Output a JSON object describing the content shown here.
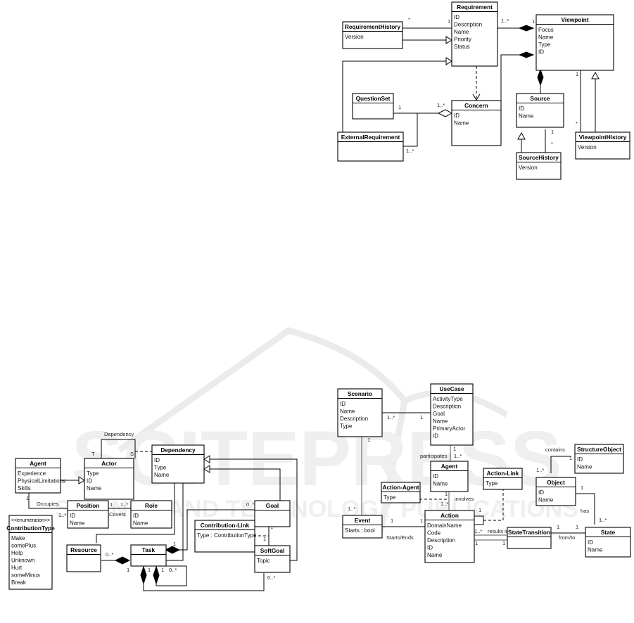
{
  "watermark": {
    "brand": "SCITEPRESS",
    "tagline": "SCIENCE AND TECHNOLOGY PUBLICATIONS",
    "color": "#ebebeb"
  },
  "diagrams": [
    {
      "id": "requirements-model",
      "classes": [
        {
          "id": "requirement",
          "name": "Requirement",
          "attributes": [
            "ID",
            "Description",
            "Name",
            "Priority",
            "Status"
          ]
        },
        {
          "id": "requirement-history",
          "name": "RequirementHistory",
          "attributes": [
            "Version"
          ]
        },
        {
          "id": "viewpoint",
          "name": "Viewpoint",
          "attributes": [
            "Focus",
            "Name",
            "Type",
            "ID"
          ]
        },
        {
          "id": "question-set",
          "name": "QuestionSet",
          "attributes": []
        },
        {
          "id": "concern",
          "name": "Concern",
          "attributes": [
            "ID",
            "Name"
          ]
        },
        {
          "id": "external-requirement",
          "name": "ExternalRequirement",
          "attributes": []
        },
        {
          "id": "source",
          "name": "Source",
          "attributes": [
            "ID",
            "Name"
          ]
        },
        {
          "id": "source-history",
          "name": "SourceHistory",
          "attributes": [
            "Version"
          ]
        },
        {
          "id": "viewpoint-history",
          "name": "ViewpointHistory",
          "attributes": [
            "Version"
          ]
        }
      ],
      "labels": {
        "reqhist_star": "*",
        "reqhist_one": "1",
        "req_vp_many": "1..*",
        "req_vp_one": "1",
        "concern_many": "1..*",
        "questionset_one": "1",
        "extreq_many": "1..*",
        "vp_one": "1",
        "vphist_star": "*",
        "source_one": "1",
        "sourcehist_star": "*"
      }
    },
    {
      "id": "istar-model",
      "classes": [
        {
          "id": "agent",
          "name": "Agent",
          "attributes": [
            "Experience",
            "PhysicalLimitations",
            "Skills"
          ]
        },
        {
          "id": "actor",
          "name": "Actor",
          "attributes": [
            "Type",
            "ID",
            "Name"
          ]
        },
        {
          "id": "dependency",
          "name": "Dependency",
          "attributes": [
            "ID",
            "Type",
            "Name"
          ]
        },
        {
          "id": "position",
          "name": "Position",
          "attributes": [
            "ID",
            "Name"
          ]
        },
        {
          "id": "role",
          "name": "Role",
          "attributes": [
            "ID",
            "Name"
          ]
        },
        {
          "id": "contribution-type",
          "stereotype": "<<enumeration>>",
          "name": "ContributionType",
          "attributes": [
            "Make",
            "somePlus",
            "Help",
            "Unknown",
            "Hurt",
            "someMinus",
            "Break"
          ]
        },
        {
          "id": "goal",
          "name": "Goal",
          "attributes": []
        },
        {
          "id": "contribution-link",
          "name": "Contribution-Link",
          "attributes": [
            "Type : ContributionType"
          ]
        },
        {
          "id": "resource",
          "name": "Resource",
          "attributes": []
        },
        {
          "id": "task",
          "name": "Task",
          "attributes": []
        },
        {
          "id": "softgoal",
          "name": "SoftGoal",
          "attributes": [
            "Topic"
          ]
        }
      ],
      "labels": {
        "dependency_loop": "Dependency",
        "actor_t": "T",
        "actor_s": "S",
        "agent_one": "1",
        "occupies": "Occupies",
        "position_many": "1..*",
        "position_one": "1",
        "role_many": "1..*",
        "covers": "Covers",
        "goal_many": "0..*",
        "goal_star": "*",
        "softgoal_one": "1",
        "task_goal_one": "1",
        "resource_many": "0..*",
        "task_res_one": "1",
        "task_one_a": "1",
        "task_one_b": "1",
        "task_many": "0..*",
        "softgoal_many": "0..*"
      }
    },
    {
      "id": "scenario-model",
      "classes": [
        {
          "id": "scenario",
          "name": "Scenario",
          "attributes": [
            "ID",
            "Name",
            "Description",
            "Type"
          ]
        },
        {
          "id": "usecase",
          "name": "UseCase",
          "attributes": [
            "ActivityType",
            "Description",
            "Goal",
            "Name",
            "PrimaryActor",
            "ID"
          ]
        },
        {
          "id": "agent2",
          "name": "Agent",
          "attributes": [
            "ID",
            "Name"
          ]
        },
        {
          "id": "action-agent",
          "name": "Action-Agent",
          "attributes": [
            "Type"
          ]
        },
        {
          "id": "action-link",
          "name": "Action-Link",
          "attributes": [
            "Type"
          ]
        },
        {
          "id": "structure-object",
          "name": "StructureObject",
          "attributes": [
            "ID",
            "Name"
          ]
        },
        {
          "id": "object",
          "name": "Object",
          "attributes": [
            "ID",
            "Name"
          ]
        },
        {
          "id": "event",
          "name": "Event",
          "attributes": [
            "Starts : bool"
          ]
        },
        {
          "id": "action",
          "name": "Action",
          "attributes": [
            "DomainName",
            "Code",
            "Description",
            "ID",
            "Name"
          ]
        },
        {
          "id": "state-transition",
          "name": "StateTransition",
          "attributes": []
        },
        {
          "id": "state",
          "name": "State",
          "attributes": [
            "ID",
            "Name"
          ]
        }
      ],
      "labels": {
        "scen_uc_many": "1..*",
        "scen_uc_one": "1",
        "scen_one": "1",
        "uc_one": "1",
        "participates": "participates",
        "agent_many": "1..*",
        "agent_one": "1",
        "involves": "involves",
        "action_agent_many": "1..*",
        "event_many": "1..*",
        "event_one": "1",
        "action_event_one": "1",
        "starts_ends": "Starts/Ends",
        "action_self_one": "1",
        "action_many": "1..*",
        "results_in": "results in",
        "action_one": "1",
        "st_one": "1",
        "contains": "contains",
        "so_one": "1",
        "obj_many": "1..*",
        "obj_one": "1",
        "has": "has",
        "state_many": "1..*",
        "st_from_one": "1",
        "state_one": "1",
        "from_to": "from/to"
      }
    }
  ]
}
